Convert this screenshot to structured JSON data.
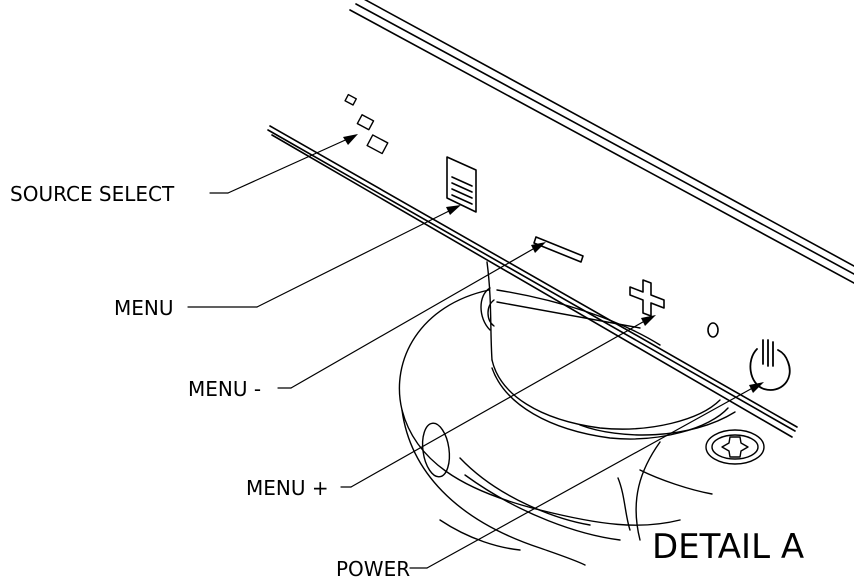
{
  "labels": {
    "source_select": "SOURCE SELECT",
    "menu": "MENU",
    "menu_minus": "MENU -",
    "menu_plus": "MENU +",
    "power": "POWER"
  },
  "detail_title": "DETAIL A",
  "icons": [
    "source-select-icon",
    "menu-icon",
    "minus-icon",
    "plus-icon",
    "power-icon",
    "indicator-led",
    "cross-screw-icon"
  ]
}
